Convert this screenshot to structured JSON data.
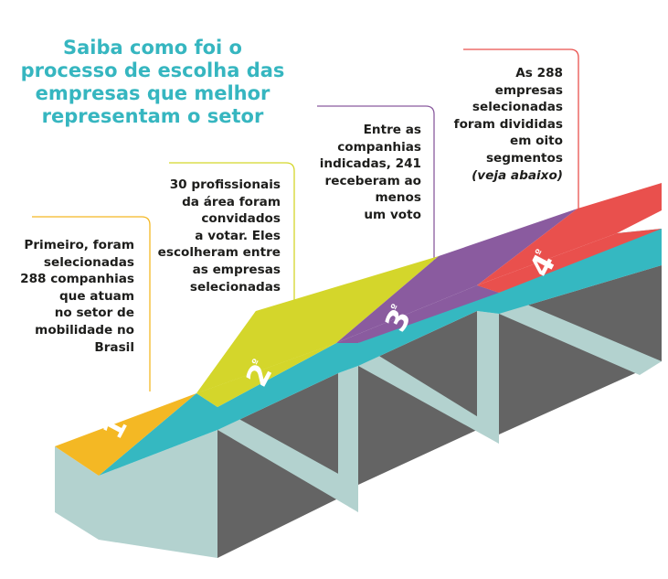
{
  "title": {
    "lines": [
      "Saiba como foi o",
      "processo de escolha das",
      "empresas que melhor",
      "representam o setor"
    ]
  },
  "steps": [
    {
      "number": "1",
      "ordinal": "º",
      "lines": [
        "Primeiro, foram",
        "selecionadas",
        "288 companhias",
        "que atuam",
        "no setor de",
        "mobilidade no",
        "Brasil"
      ]
    },
    {
      "number": "2",
      "ordinal": "º",
      "lines": [
        "30 profissionais",
        "da área foram",
        "convidados",
        "a votar. Eles",
        "escolheram entre",
        "as empresas",
        "selecionadas"
      ]
    },
    {
      "number": "3",
      "ordinal": "º",
      "lines": [
        "Entre as",
        "companhias",
        "indicadas, 241",
        "receberam ao",
        "menos",
        "um voto"
      ]
    },
    {
      "number": "4",
      "ordinal": "º",
      "lines": [
        "As 288",
        "empresas",
        "selecionadas",
        "foram divididas",
        "em oito",
        "segmentos"
      ],
      "note": "(veja abaixo)"
    }
  ],
  "colors": {
    "title": "#36b6c0",
    "step1": "#f4b824",
    "step2": "#d4d62b",
    "step3": "#8a5b9f",
    "step4": "#e9504d",
    "teal": "#35b8c1",
    "light": "#b3d2cf",
    "dark": "#646464"
  }
}
